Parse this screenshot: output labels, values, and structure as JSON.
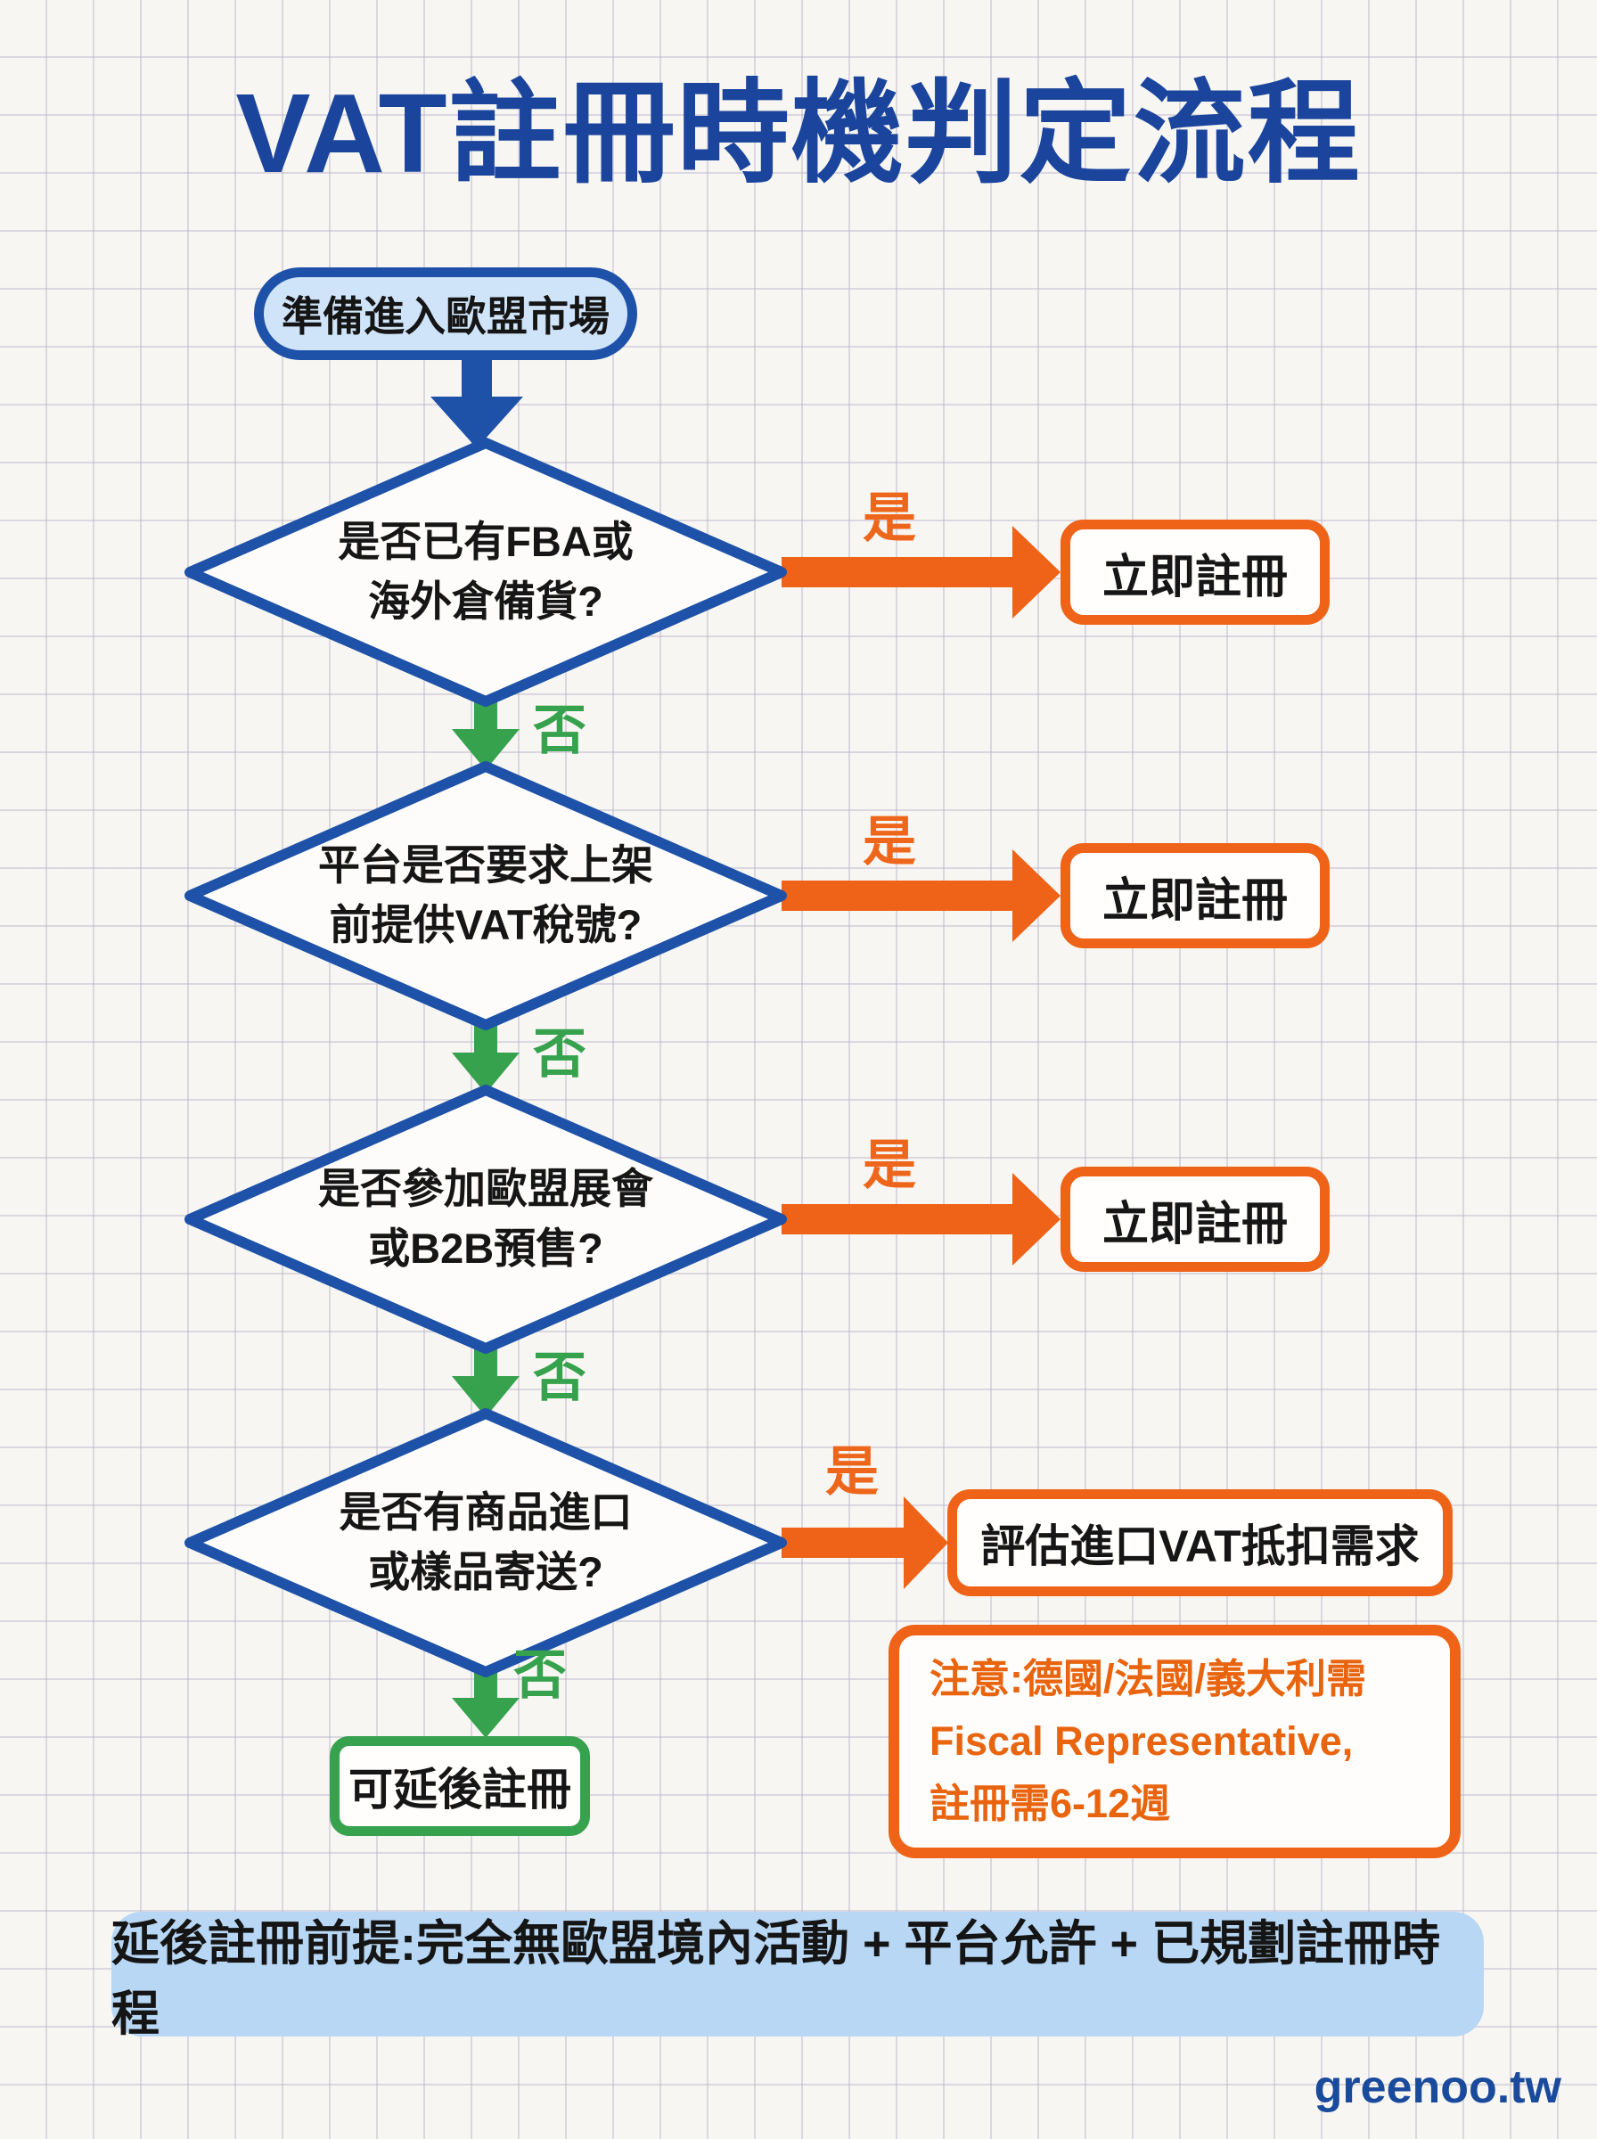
{
  "title": "VAT註冊時機判定流程",
  "flow": {
    "start": "準備進入歐盟市場",
    "yes_label": "是",
    "no_label": "否",
    "decisions": [
      {
        "q1": "是否已有FBA或",
        "q2": "海外倉備貨?",
        "result": "立即註冊"
      },
      {
        "q1": "平台是否要求上架",
        "q2": "前提供VAT稅號?",
        "result": "立即註冊"
      },
      {
        "q1": "是否參加歐盟展會",
        "q2": "或B2B預售?",
        "result": "立即註冊"
      },
      {
        "q1": "是否有商品進口",
        "q2": "或樣品寄送?",
        "result": "評估進口VAT抵扣需求"
      }
    ],
    "final_result": "可延後註冊"
  },
  "note": {
    "line1": "注意:德國/法國/義大利需",
    "line2": "Fiscal Representative,",
    "line3": "註冊需6-12週"
  },
  "footer_bar": "延後註冊前提:完全無歐盟境內活動 + 平台允許 + 已規劃註冊時程",
  "brand": "greenoo.tw",
  "colors": {
    "blue": "#1b459c",
    "light_blue_fill": "#cfe4f8",
    "bar_blue": "#b8d7f4",
    "orange": "#ee6318",
    "green": "#36a24e",
    "text": "#161616"
  }
}
